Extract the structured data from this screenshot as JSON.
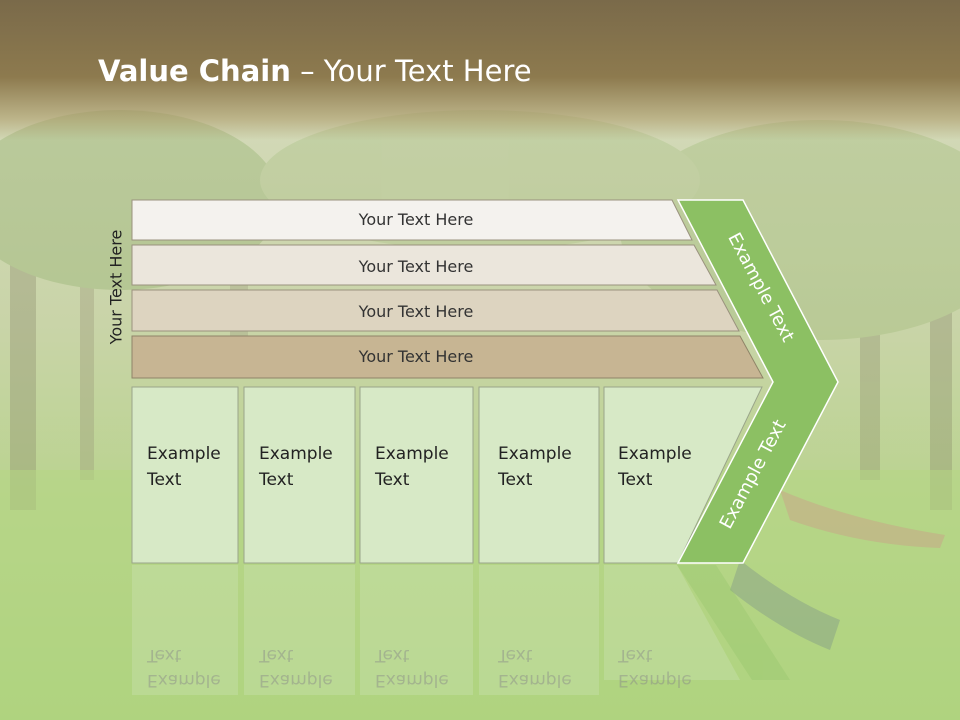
{
  "slide": {
    "title_bold": "Value Chain",
    "title_rest": " – Your Text Here",
    "side_label": "Your Text Here"
  },
  "rows": [
    {
      "label": "Your Text Here",
      "color": "#f4f2ee"
    },
    {
      "label": "Your Text Here",
      "color": "#ebe6dc"
    },
    {
      "label": "Your Text Here",
      "color": "#ddd4c0"
    },
    {
      "label": "Your Text Here",
      "color": "#c7b593"
    }
  ],
  "boxes": [
    {
      "line1": "Example",
      "line2": "Text"
    },
    {
      "line1": "Example",
      "line2": "Text"
    },
    {
      "line1": "Example",
      "line2": "Text"
    },
    {
      "line1": "Example",
      "line2": "Text"
    },
    {
      "line1": "Example",
      "line2": "Text"
    }
  ],
  "arrow": {
    "upper_label": "Example Text",
    "lower_label": "Example Text",
    "color": "#8cc063"
  },
  "colors": {
    "box_fill": "#d7e9c6",
    "box_border": "#9aa58a"
  }
}
